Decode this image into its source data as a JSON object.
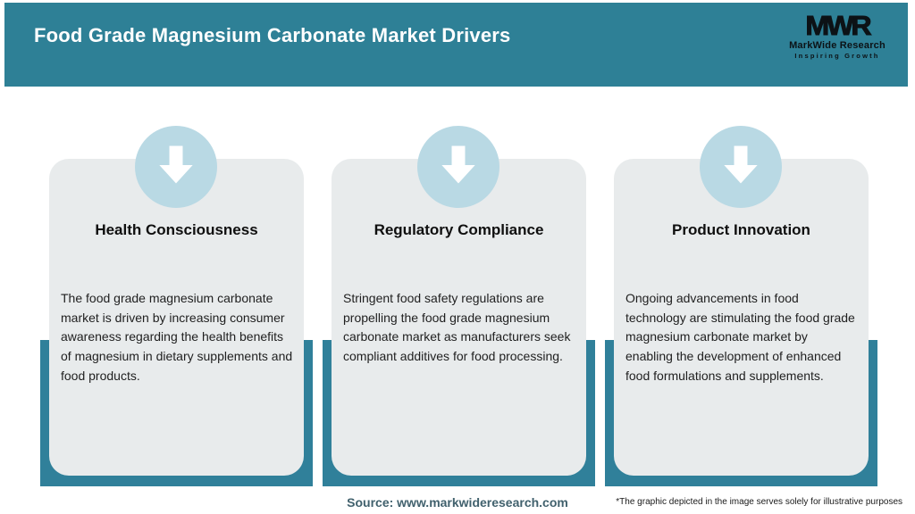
{
  "header": {
    "title": "Food Grade Magnesium Carbonate Market Drivers",
    "logo": {
      "abbr": "MWR",
      "name": "MarkWide Research",
      "tagline": "Inspiring Growth"
    }
  },
  "cards": [
    {
      "icon": "arrow-down-icon",
      "title": "Health Consciousness",
      "body": "The food grade magnesium carbonate market is driven by increasing consumer awareness regarding the health benefits of magnesium in dietary supplements and food products."
    },
    {
      "icon": "arrow-down-icon",
      "title": "Regulatory Compliance",
      "body": "Stringent food safety regulations are propelling the food grade magnesium carbonate market as manufacturers seek compliant additives for food processing."
    },
    {
      "icon": "arrow-down-icon",
      "title": "Product Innovation",
      "body": "Ongoing advancements in food technology are stimulating the food grade magnesium carbonate market by enabling the development of enhanced food formulations and supplements."
    }
  ],
  "footer": {
    "source": "Source: www.markwideresearch.com",
    "disclaimer": "*The graphic depicted in the image serves solely for illustrative purposes"
  },
  "colors": {
    "accent_teal": "#2e8096",
    "frame_teal": "#30809a",
    "card_bg": "#e8ebec",
    "circle_blue": "#b9d9e4",
    "title_text": "#ffffff",
    "source_text": "#41616d"
  }
}
